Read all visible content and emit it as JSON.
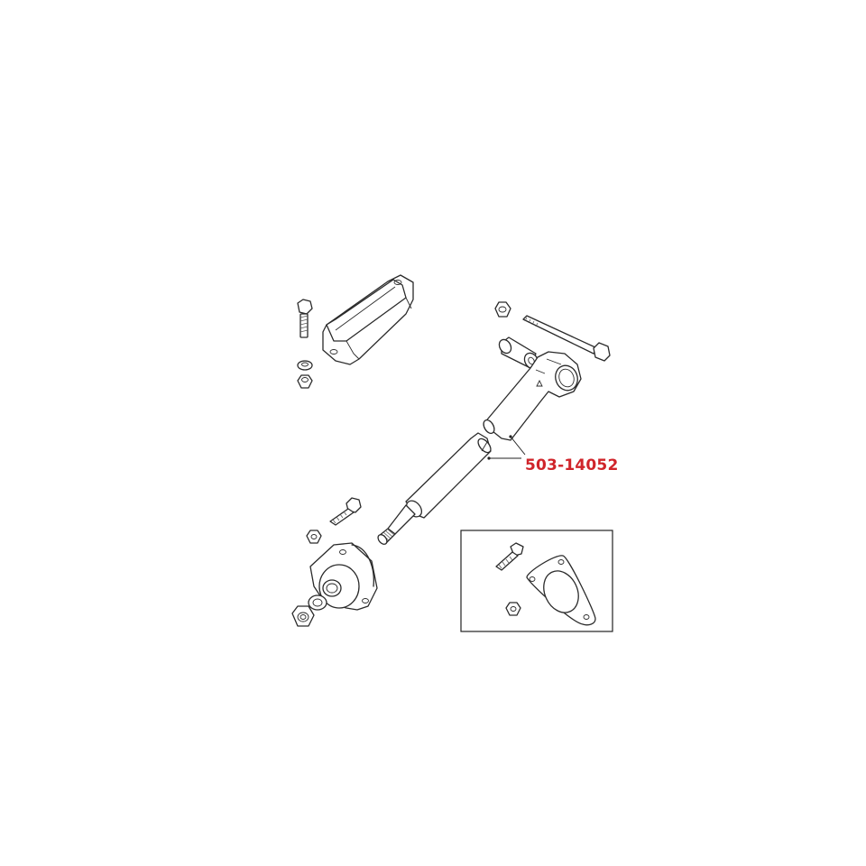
{
  "diagram": {
    "type": "exploded-parts-diagram",
    "callouts": [
      {
        "part_number": "503-14052",
        "color": "#d0242a",
        "points_to": [
          "front-link-rod",
          "rear-link-arm"
        ]
      }
    ],
    "components": [
      "mounting-bush-block",
      "hex-bolt-upper-left",
      "washer-upper-left",
      "nyloc-nut-upper-left",
      "nut-upper-right",
      "long-through-bolt",
      "spacer-bush",
      "link-arm-eye-end",
      "link-rod-threaded",
      "flanged-bush-housing",
      "small-bolt-lower-left",
      "small-nut-lower-left",
      "washer-lower-left",
      "nyloc-nut-lower-left",
      "inset-detail"
    ],
    "inset": {
      "components": [
        "inset-bolt",
        "inset-nut",
        "inset-gasket-plate"
      ]
    }
  }
}
